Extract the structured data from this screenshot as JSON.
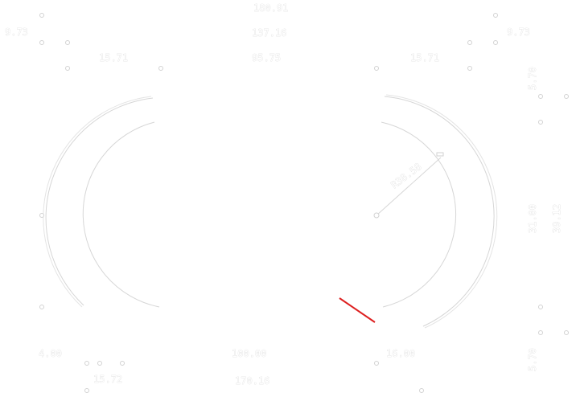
{
  "drawing": {
    "accent_color": "#dd1f1f",
    "line_color": "#d6d6d6",
    "dimensions": {
      "top_1": "180.91",
      "top_2": "137.16",
      "top_3": "95.75",
      "left_outer": "9.73",
      "left_inner": "15.71",
      "right_outer": "9.73",
      "right_inner": "15.71",
      "right_vertical_1": "5.70",
      "right_vertical_2": "31.00",
      "right_vertical_3": "39.12",
      "right_vertical_4": "5.70",
      "radius": "R38.58",
      "bottom_left_1": "4.00",
      "bottom_left_2": "15.72",
      "bottom_center_1": "100.00",
      "bottom_center_2": "170.16",
      "bottom_right": "16.00"
    }
  }
}
